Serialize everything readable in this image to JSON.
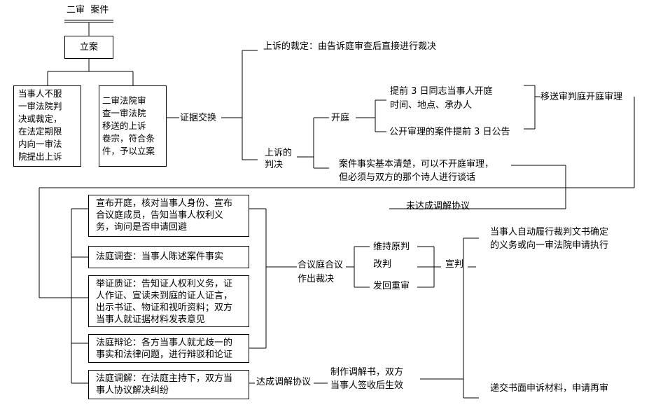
{
  "title": "二审  案件",
  "filing": "立案",
  "appeal_box": "当事人不服\n一审法院判\n决或裁定，\n在法定期限\n内向一审法\n院提出上诉",
  "review_box": "二审法院审\n查一审法院\n移送的上诉\n卷宗，符合条\n件，予以立案",
  "evidence_exchange": "证据交换",
  "ruling_on_appeal": "上诉的裁定：由告诉庭审查后直接进行裁决",
  "judgment_on_appeal": "上诉的\n判决",
  "hearing": "开庭",
  "notice_time": "提前 3 日同志当事人开庭\n时间、地点、承办人",
  "public_notice": "公开审理的案件提前 3 日公告",
  "transfer": "移送审判庭开庭审理",
  "no_hearing": "案件事实基本清楚，可以不开庭审理，\n但必须与双方的那个诗人进行谈话",
  "no_mediation": "未达成调解协议",
  "steps": {
    "open": "宣布开庭，核对当事人身份、宣布\n合议庭成员，告知当事人权利义\n务，询问是否申请回避",
    "investigate": "法庭调查：当事人陈述案件事实",
    "evidence": "举证质证：告知证人权利义务，证\n人作证、宣读未到庭的证人证言，\n出示书证、物证和视听资料；双方\n当事人就证据材料发表意见",
    "debate": "法庭辩论：各方当事人就尤歧一的\n事实和法律问题，进行辩驳和论证",
    "mediate": "法庭调解：在法庭主持下，双方当\n事人协议解决纠纷"
  },
  "panel_decision": "合议庭合议\n作出裁决",
  "uphold": "维持原判",
  "modify": "改判",
  "remand": "发回重审",
  "pronounce": "宣判",
  "execute": "当事人自动履行裁判文书确定\n的义务或向一审法院申请执行",
  "mediation_reached": "达成调解协议",
  "mediation_doc": "制作调解书，双方\n当事人签收后生效",
  "retrial": "递交书面申诉材料，申请再审"
}
